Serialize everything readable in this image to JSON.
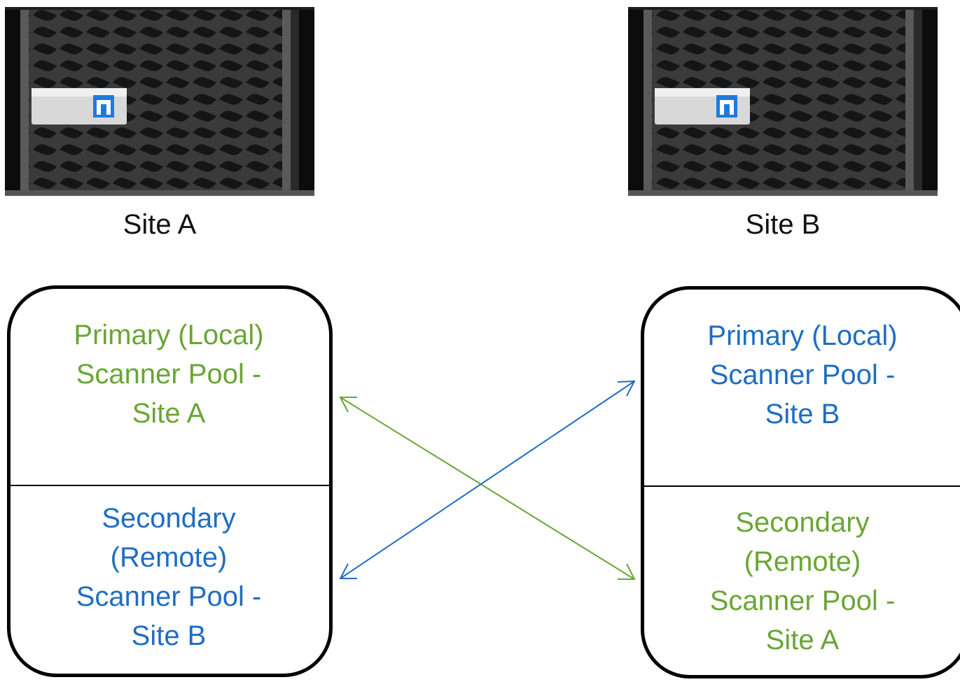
{
  "site_a": {
    "label": "Site A",
    "primary": {
      "lines": [
        "Primary (Local)",
        "Scanner Pool -",
        "Site A"
      ],
      "color": "#6aa534"
    },
    "secondary": {
      "lines": [
        "Secondary",
        "(Remote)",
        "Scanner Pool -",
        "Site B"
      ],
      "color": "#1f6dc2"
    }
  },
  "site_b": {
    "label": "Site B",
    "primary": {
      "lines": [
        "Primary (Local)",
        "Scanner Pool -",
        "Site B"
      ],
      "color": "#1f6dc2"
    },
    "secondary": {
      "lines": [
        "Secondary",
        "(Remote)",
        "Scanner Pool -",
        "Site A"
      ],
      "color": "#6aa534"
    }
  },
  "connections": [
    {
      "from": "site_a.primary",
      "to": "site_b.secondary",
      "color": "#6aa534"
    },
    {
      "from": "site_b.primary",
      "to": "site_a.secondary",
      "color": "#1f6dc2"
    }
  ],
  "icons": {
    "server": "storage-controller-icon",
    "logo": "netapp-logo-icon"
  }
}
